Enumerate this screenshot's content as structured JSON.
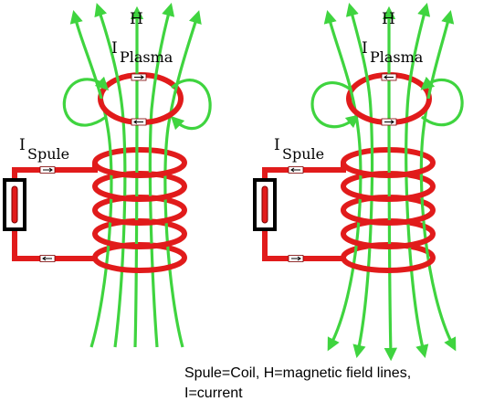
{
  "colors": {
    "coil": "#e11b1b",
    "coil_dark": "#7a0000",
    "field": "#3fd43f",
    "field_dark": "#1f9a1f"
  },
  "panels": [
    {
      "h_label": "H",
      "i_plasma_main": "I",
      "i_plasma_sub": "Plasma",
      "i_spule_main": "I",
      "i_spule_sub": "Spule"
    },
    {
      "h_label": "H",
      "i_plasma_main": "I",
      "i_plasma_sub": "Plasma",
      "i_spule_main": "I",
      "i_spule_sub": "Spule"
    }
  ],
  "caption": {
    "line1": "Spule=Coil, H=magnetic field lines,",
    "line2": "I=current"
  }
}
